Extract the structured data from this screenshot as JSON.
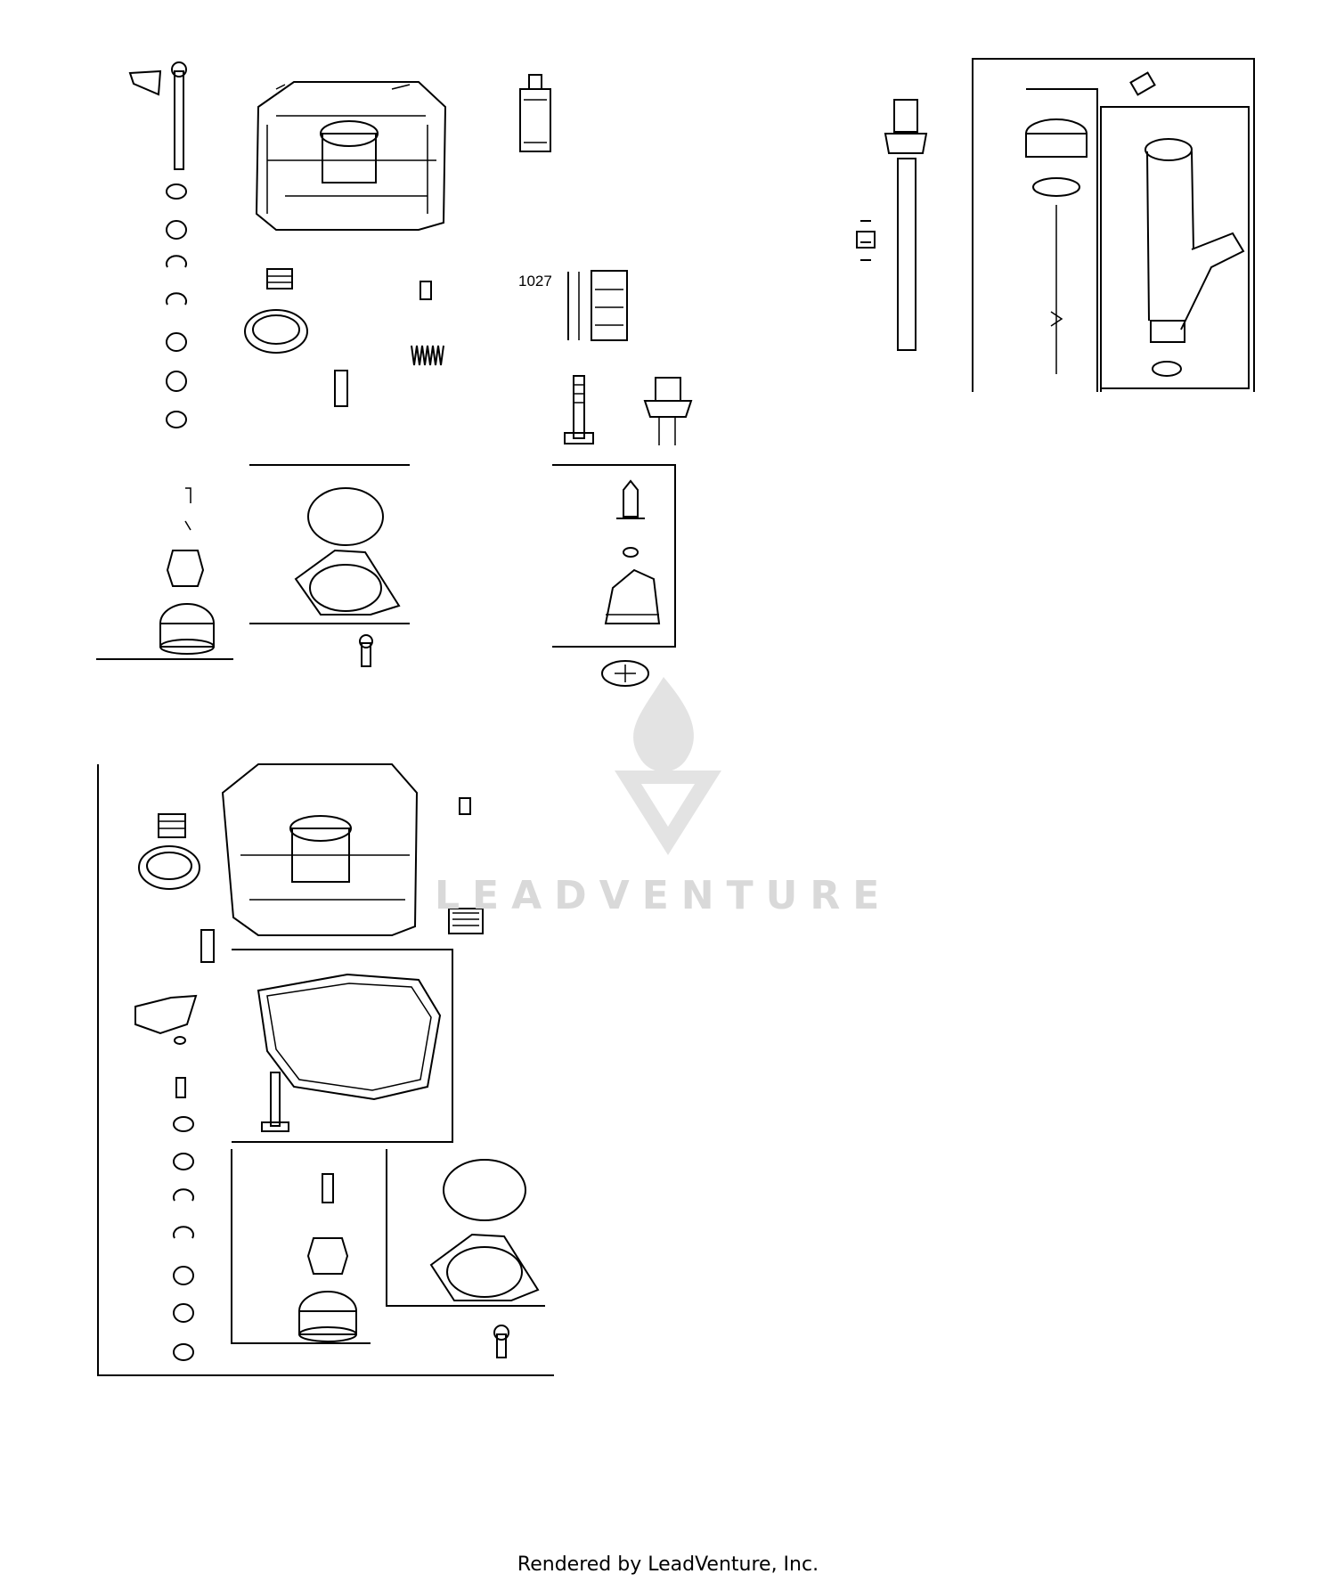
{
  "diagram": {
    "callout_label": "1027"
  },
  "watermark": {
    "text": "LEADVENTURE"
  },
  "footer": {
    "credit": "Rendered by LeadVenture, Inc."
  },
  "colors": {
    "line": "#000000",
    "background": "#ffffff",
    "watermark": "#d9d9d9"
  }
}
